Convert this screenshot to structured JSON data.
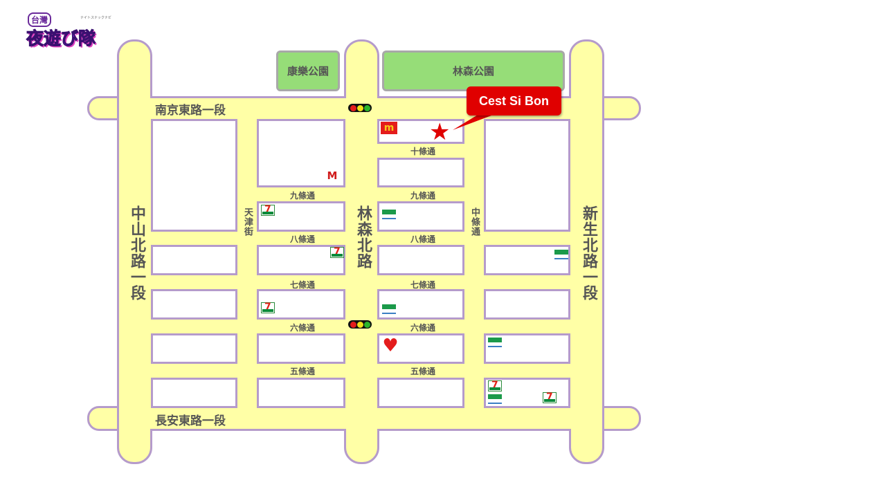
{
  "logo": {
    "top": "台灣",
    "main": "夜遊び隊",
    "small": "ナイトスナックナビ"
  },
  "parks": {
    "kangle": "康樂公園",
    "linsen": "林森公園"
  },
  "roads": {
    "nanjing": "南京東路一段",
    "changan": "長安東路一段",
    "zhongshan": "中山北路一段",
    "linsen": "林森北路",
    "xinsheng": "新生北路一段",
    "tianjin": "天津街",
    "zhong_tiao": "中條通"
  },
  "streets": {
    "s10": "十條通",
    "s9": "九條通",
    "s8": "八條通",
    "s7": "七條通",
    "s6": "六條通",
    "s5": "五條通"
  },
  "callout": {
    "label": "Cest Si Bon"
  },
  "colors": {
    "road": "#FFFFA6",
    "border": "#B59BCB",
    "park": "#96DD78",
    "callout": "#EE0000"
  }
}
